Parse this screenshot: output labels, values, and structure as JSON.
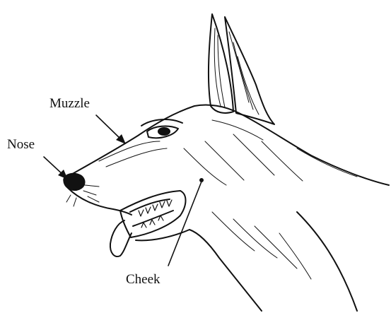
{
  "labels": {
    "muzzle": "Muzzle",
    "nose": "Nose",
    "cheek": "Cheek"
  },
  "colors": {
    "ink": "#111111",
    "paper": "#ffffff"
  }
}
